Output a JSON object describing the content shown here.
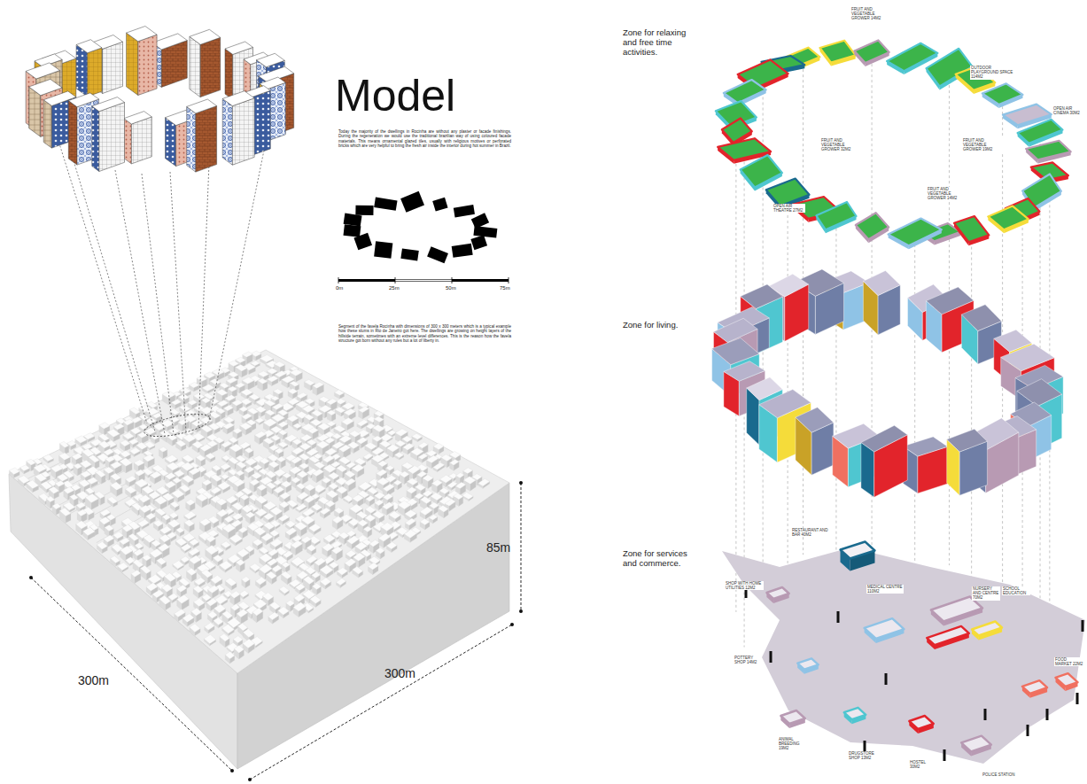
{
  "diagram": {
    "title": "Model",
    "labels": [
      "Today the majority of the dwellings in Rocinha are without any plaster or facade finishings. During the regeneration we would use the traditional brazilian way of using coloured facade materials. This means ornamental glazed tiles, usually with religious motives or perforated bricks which are very helpful to bring the fresh air inside the interior during hot summer in Brazil.",
      "0m",
      "25m",
      "50m",
      "75m",
      "Segment of the favela Rocinha with dimensions of 300 x 300 meters which is a typical example how these slums in Rio de Janeiro got here. The dwellings are growing on height layers of the hillside terrain, sometimes with an extreme level differences. This is the reason how the favela structure got born without any rules but a lot of liberty in.",
      "300m",
      "300m",
      "85m",
      "Zone for relaxing and free time activities.",
      "Zone for living.",
      "Zone for services and commerce.",
      "FRUIT AND VEGETABLE GROWER 14M2",
      "OUTDOOR PLAYGROUND SPACE 114M2",
      "OPEN AIR CINEMA 30M2",
      "FRUIT AND VEGETABLE GROWER 32M2",
      "FRUIT AND VEGETABLE GROWER 19M2",
      "OPEN AIR THEATRE 27M2",
      "FRUIT AND VEGETABLE GROWER 14M2",
      "RESTAURANT AND BAR 40M2",
      "SHOP WITH HOME UTILITIES 12M2",
      "MEDICAL CENTRE 110M2",
      "NURSERY AND CENTRE 70M2",
      "SCHOOL EDUCATION",
      "POTTERY SHOP 14M2",
      "FOOD MARKET 22M2",
      "ANIMAL BREEDING 19M2",
      "DRUGSTORE SHOP 13M2",
      "HOSTEL 30M2",
      "POLICE STATION"
    ]
  }
}
